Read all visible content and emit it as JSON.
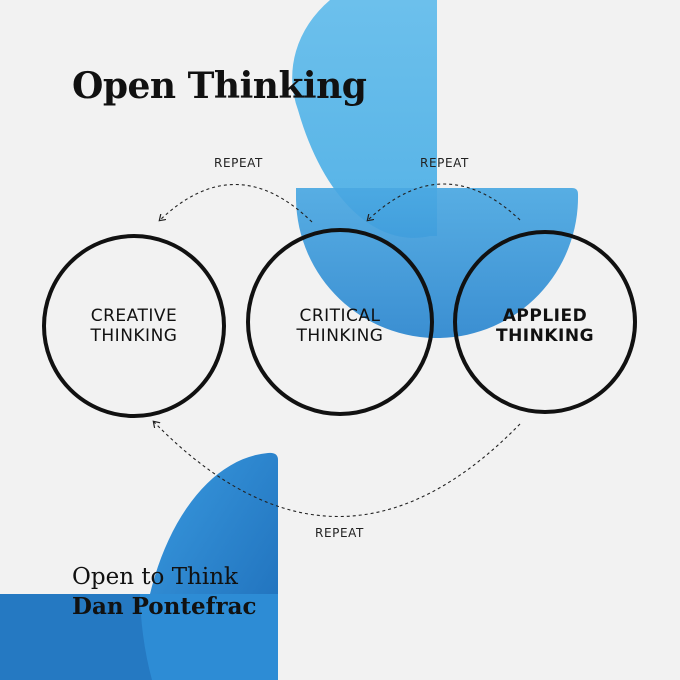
{
  "title": "Open Thinking",
  "circles": [
    {
      "line1": "CREATIVE",
      "line2": "THINKING",
      "bold": false
    },
    {
      "line1": "CRITICAL",
      "line2": "THINKING",
      "bold": false
    },
    {
      "line1": "APPLIED",
      "line2": "THINKING",
      "bold": true
    }
  ],
  "repeat_labels": [
    "REPEAT",
    "REPEAT",
    "REPEAT"
  ],
  "book": {
    "title": "Open to Think",
    "author": "Dan Pontefrac"
  },
  "colors": {
    "background": "#f2f2f2",
    "blue_dark": "#1f6fb8",
    "blue_mid": "#3b9be0",
    "blue_light": "#7cc4ec",
    "ink": "#111111"
  }
}
